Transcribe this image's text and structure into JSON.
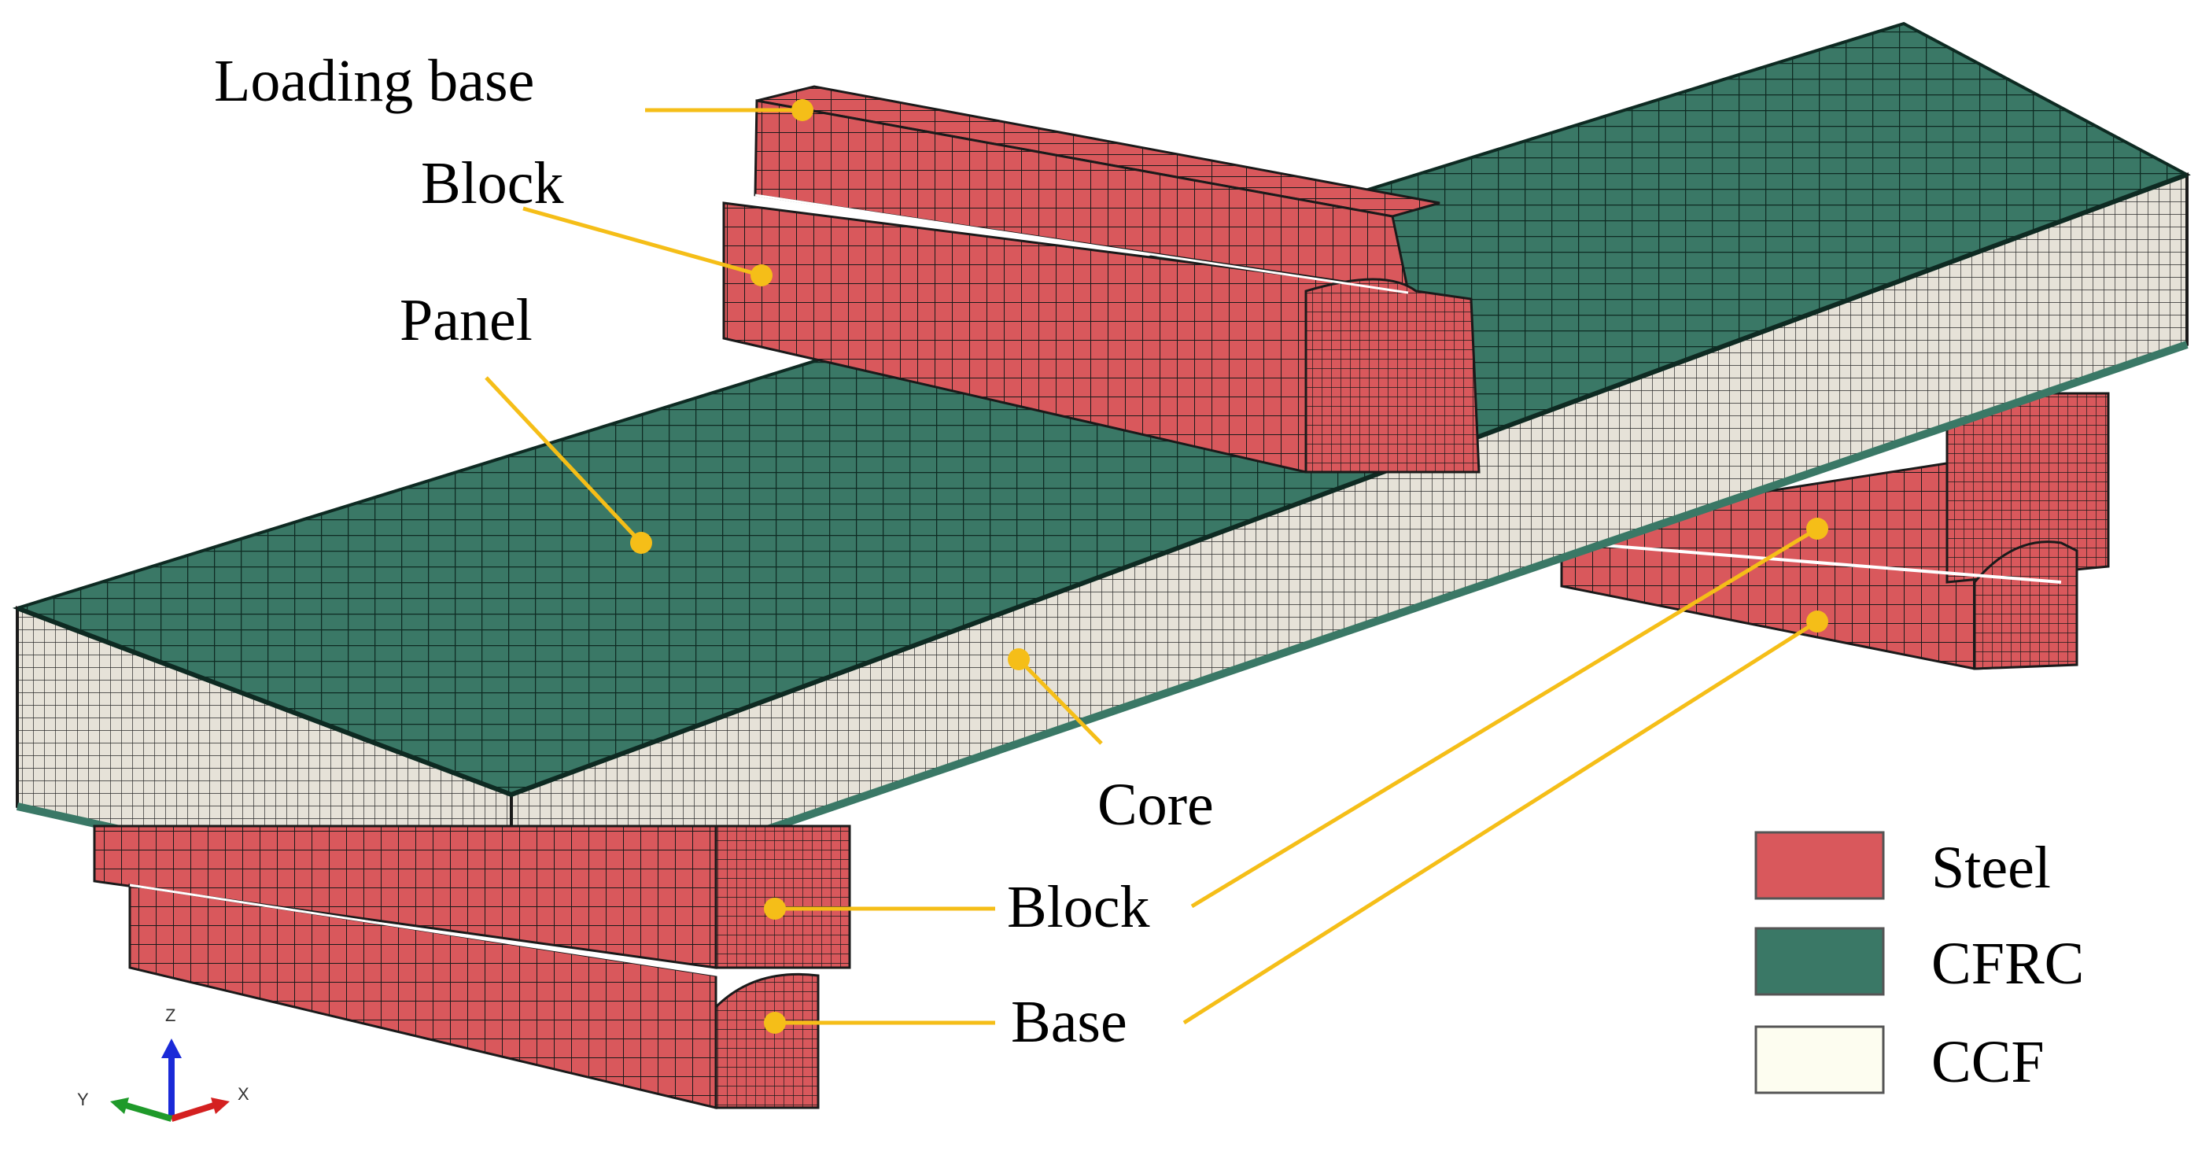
{
  "callouts": {
    "loading_base": "Loading base",
    "block_top": "Block",
    "panel": "Panel",
    "core": "Core",
    "block_bottom": "Block",
    "base": "Base"
  },
  "legend": {
    "items": [
      {
        "label": "Steel",
        "color": "#d9585c"
      },
      {
        "label": "CFRC",
        "color": "#3a7866"
      },
      {
        "label": "CCF",
        "color": "#fdfdf0"
      }
    ]
  },
  "axes_triad": {
    "z": "Z",
    "y": "Y",
    "x": "X"
  },
  "colors": {
    "steel": "#d9585c",
    "cfrc": "#3a7866",
    "core": "#e6e2d8",
    "leader": "#f5be18",
    "mesh_line": "#1a1a1a"
  }
}
